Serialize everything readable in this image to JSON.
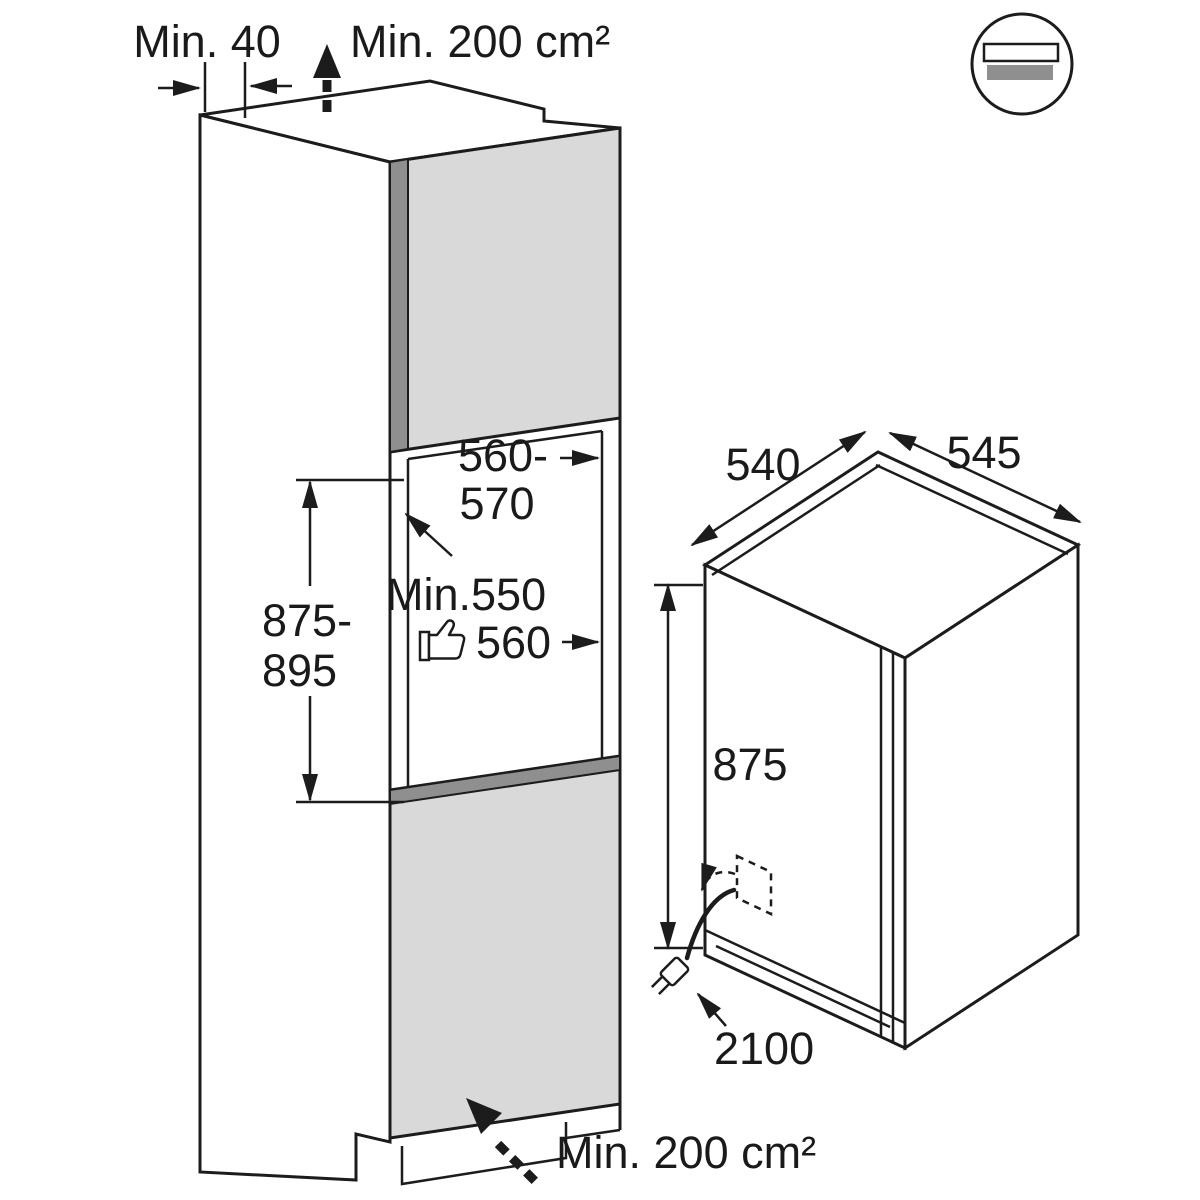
{
  "diagram": {
    "kind": "built-in appliance niche installation drawing",
    "labels": {
      "rear_clearance": "Min. 40",
      "top_vent_area": "Min. 200 cm²",
      "niche_width_line1": "560-",
      "niche_width_line2": "570",
      "niche_depth_min": "Min.550",
      "niche_depth_recommended": "560",
      "niche_height_line1": "875-",
      "niche_height_line2": "895",
      "appliance_width": "540",
      "appliance_depth": "545",
      "appliance_height": "875",
      "cord_length": "2100",
      "bottom_vent_area": "Min. 200 cm²"
    },
    "colors": {
      "outline": "#1c1c1c",
      "door_fill": "#d9d9d9",
      "door_edge_fill": "#8f8f8f",
      "icon_bar_fill": "#8f8f8f",
      "background": "#ffffff"
    }
  }
}
